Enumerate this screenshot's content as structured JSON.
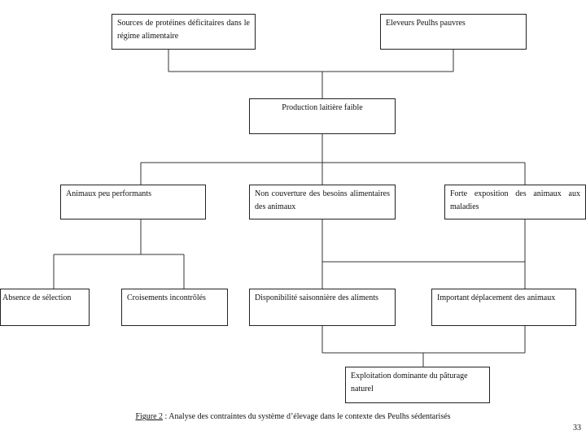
{
  "boxes": {
    "sources_proteines": "Sources de protéines déficitaires dans le régime alimentaire",
    "eleveurs_peulhs": "Eleveurs Peulhs pauvres",
    "production_laitiere": "Production laitière faible",
    "animaux_peu_performants": "Animaux peu performants",
    "non_couverture": "Non couverture des besoins alimentaires des animaux",
    "forte_exposition": "Forte exposition des animaux aux maladies",
    "absence_selection": "Absence de sélection",
    "croisements": "Croisements incontrôlés",
    "disponibilite": "Disponibilité saisonnière des aliments",
    "deplacement": "Important déplacement des animaux",
    "exploitation": "Exploitation dominante du pâturage naturel"
  },
  "caption": {
    "label": "Figure 2",
    "text": " : Analyse  des contraintes du système d’élevage dans le contexte des Peulhs sédentarisés"
  },
  "page_number": "33"
}
